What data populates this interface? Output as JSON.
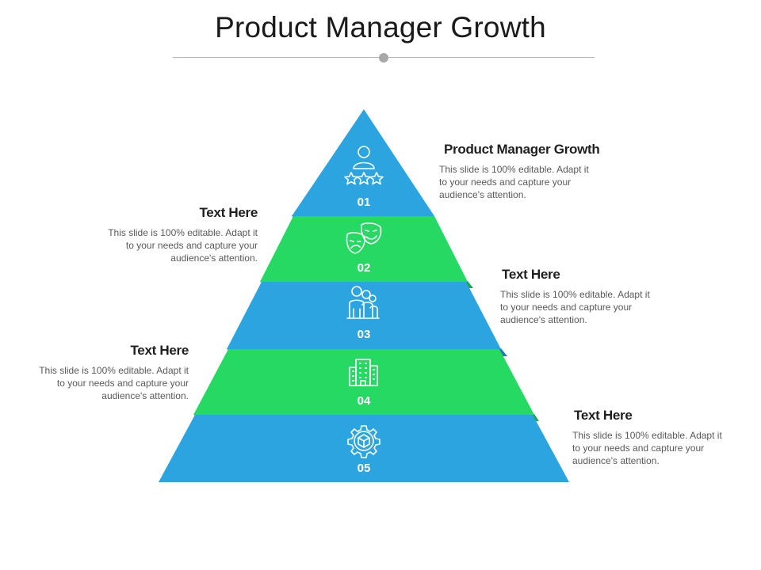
{
  "title": "Product Manager Growth",
  "levels": [
    {
      "number": "01",
      "color": "#2ba4df",
      "icon": "person-rating-stars-icon"
    },
    {
      "number": "02",
      "color": "#25d962",
      "icon": "theater-masks-icon"
    },
    {
      "number": "03",
      "color": "#2ba4df",
      "icon": "team-group-icon"
    },
    {
      "number": "04",
      "color": "#25d962",
      "icon": "office-building-icon"
    },
    {
      "number": "05",
      "color": "#2ba4df",
      "icon": "gear-box-icon"
    }
  ],
  "callouts": [
    {
      "heading": "Product Manager Growth",
      "body": "This slide is 100% editable. Adapt it to your needs and capture your audience's attention."
    },
    {
      "heading": "Text Here",
      "body": "This slide is 100% editable. Adapt it to your needs and capture your audience's attention."
    },
    {
      "heading": "Text Here",
      "body": "This slide is 100% editable. Adapt it to your needs and capture your audience's attention."
    },
    {
      "heading": "Text Here",
      "body": "This slide is 100% editable. Adapt it to your needs and capture your audience's attention."
    },
    {
      "heading": "Text Here",
      "body": "This slide is 100% editable. Adapt it to your needs and capture your audience's attention."
    }
  ]
}
